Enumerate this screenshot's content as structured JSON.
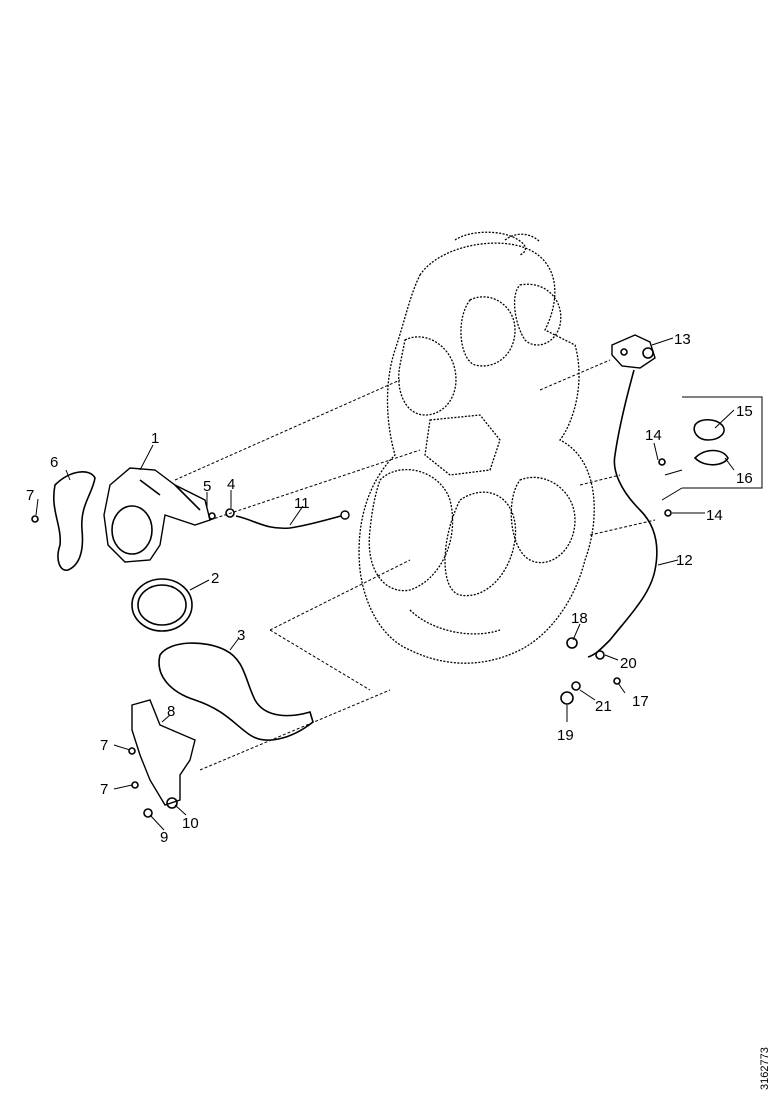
{
  "figure": {
    "reference_code": "3162773",
    "callouts": [
      {
        "id": "c1",
        "text": "1"
      },
      {
        "id": "c2",
        "text": "2"
      },
      {
        "id": "c3",
        "text": "3"
      },
      {
        "id": "c4",
        "text": "4"
      },
      {
        "id": "c5",
        "text": "5"
      },
      {
        "id": "c6",
        "text": "6"
      },
      {
        "id": "c7a",
        "text": "7"
      },
      {
        "id": "c7b",
        "text": "7"
      },
      {
        "id": "c7c",
        "text": "7"
      },
      {
        "id": "c8",
        "text": "8"
      },
      {
        "id": "c9",
        "text": "9"
      },
      {
        "id": "c10",
        "text": "10"
      },
      {
        "id": "c11",
        "text": "11"
      },
      {
        "id": "c12",
        "text": "12"
      },
      {
        "id": "c13",
        "text": "13"
      },
      {
        "id": "c14a",
        "text": "14"
      },
      {
        "id": "c14b",
        "text": "14"
      },
      {
        "id": "c15",
        "text": "15"
      },
      {
        "id": "c16",
        "text": "16"
      },
      {
        "id": "c17",
        "text": "17"
      },
      {
        "id": "c18",
        "text": "18"
      },
      {
        "id": "c19",
        "text": "19"
      },
      {
        "id": "c20",
        "text": "20"
      },
      {
        "id": "c21",
        "text": "21"
      }
    ]
  }
}
